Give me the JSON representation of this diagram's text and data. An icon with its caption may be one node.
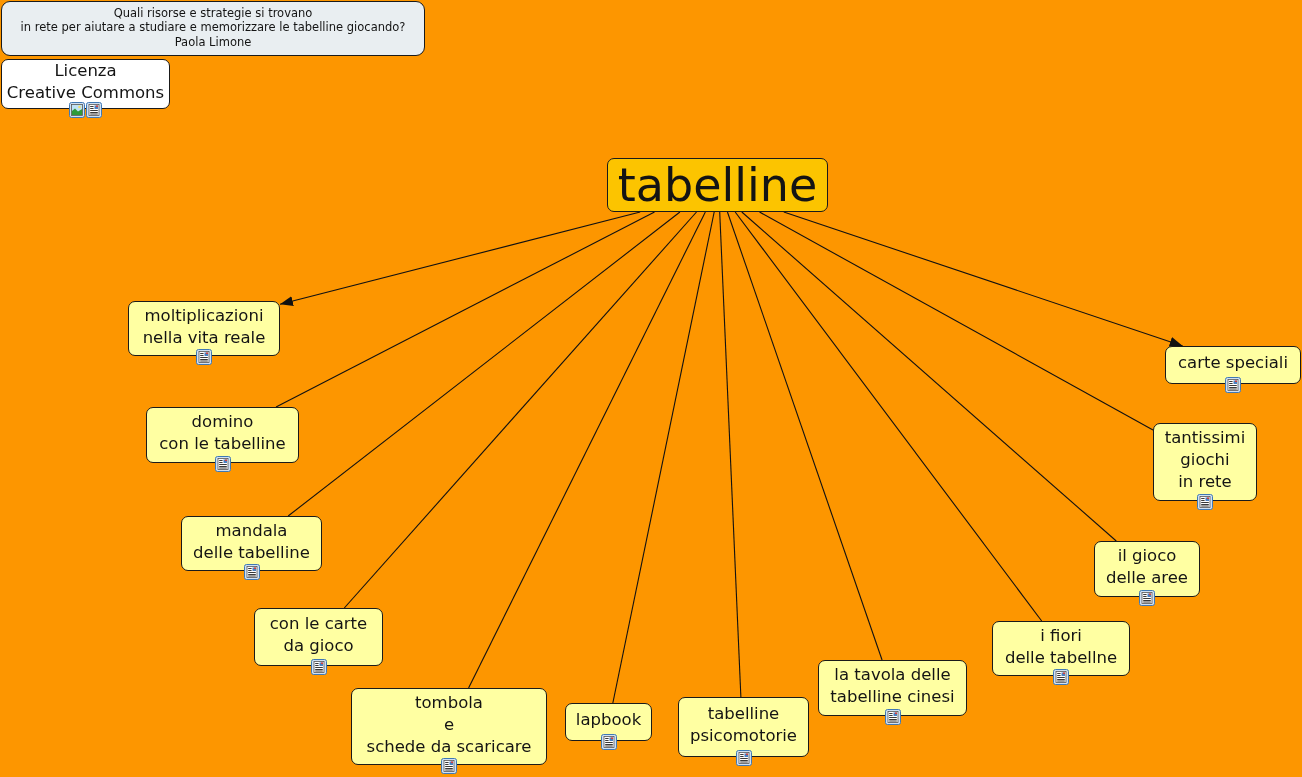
{
  "diagram": {
    "nodes": [
      {
        "text": [
          "Quali risorse e strategie si trovano in rete per aiutare a studiare e memorizzare le tabelline giocando?",
          "Paola Limone"
        ]
      },
      {
        "text": [
          "Licenza Creative Commons"
        ]
      },
      {
        "text": [
          "tabelline"
        ]
      },
      {
        "text": [
          "moltiplicazioni nella vita reale"
        ]
      },
      {
        "text": [
          "domino con le tabelline"
        ]
      },
      {
        "text": [
          "mandala delle tabelline"
        ]
      },
      {
        "text": [
          "con le carte da gioco"
        ]
      },
      {
        "text": [
          "tombola e schede da scaricare"
        ]
      },
      {
        "text": [
          "lapbook"
        ]
      },
      {
        "text": [
          "tabelline psicomotorie"
        ]
      },
      {
        "text": [
          "la tavola delle tabelline cinesi"
        ]
      },
      {
        "text": [
          "i fiori delle tabellne"
        ]
      },
      {
        "text": [
          "il gioco delle aree"
        ]
      },
      {
        "text": [
          "tantissimi giochi in rete"
        ]
      },
      {
        "text": [
          "carte speciali"
        ]
      }
    ],
    "edges": [
      {
        "from": 2,
        "to": 3,
        "arrow": "to"
      },
      {
        "from": 2,
        "to": 4,
        "arrow": "none"
      },
      {
        "from": 2,
        "to": 5,
        "arrow": "none"
      },
      {
        "from": 2,
        "to": 6,
        "arrow": "none"
      },
      {
        "from": 2,
        "to": 7,
        "arrow": "none"
      },
      {
        "from": 2,
        "to": 8,
        "arrow": "none"
      },
      {
        "from": 2,
        "to": 9,
        "arrow": "none"
      },
      {
        "from": 2,
        "to": 10,
        "arrow": "none"
      },
      {
        "from": 2,
        "to": 11,
        "arrow": "none"
      },
      {
        "from": 2,
        "to": 12,
        "arrow": "none"
      },
      {
        "from": 2,
        "to": 13,
        "arrow": "none"
      },
      {
        "from": 2,
        "to": 14,
        "arrow": "to"
      }
    ]
  }
}
